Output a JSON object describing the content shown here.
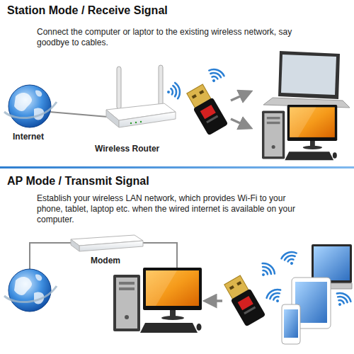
{
  "diagram": {
    "labels": [
      "Station Mode / Receive Signal",
      "Connect the computer or laptor to the existing wireless network, say goodbye to cables.",
      "Internet",
      "Wireless Router",
      "AP Mode / Transmit Signal",
      "Establish your wireless LAN network, which provides Wi-Fi to your phone, tablet, laptop etc. when the wired internet is available on your computer.",
      "Modem"
    ]
  }
}
